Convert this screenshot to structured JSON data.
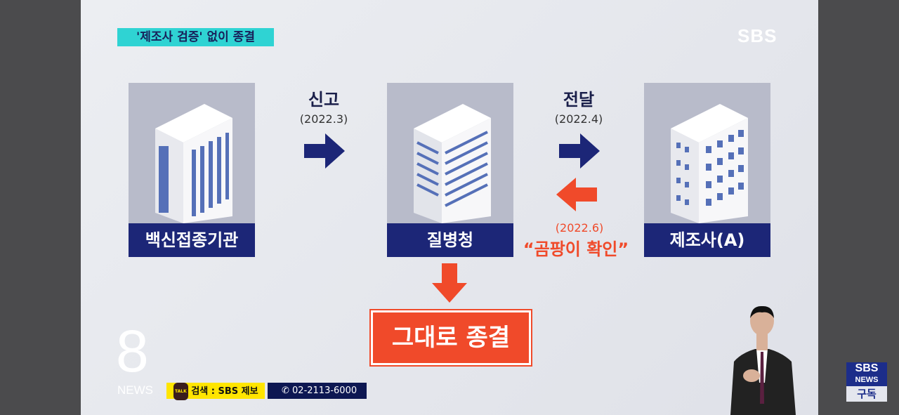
{
  "header": {
    "tag": "'제조사 검증' 없이 종결",
    "logo": "SBS"
  },
  "nodes": [
    {
      "label": "백신접종기관"
    },
    {
      "label": "질병청"
    },
    {
      "label": "제조사(A)"
    }
  ],
  "flows": [
    {
      "label": "신고",
      "date": "(2022.3)",
      "direction": "right",
      "color": "#1c2677"
    },
    {
      "label": "전달",
      "date": "(2022.4)",
      "direction": "right",
      "color": "#1c2677"
    },
    {
      "label": "“곰팡이 확인”",
      "date": "(2022.6)",
      "direction": "left",
      "color": "#f04a2a"
    }
  ],
  "result": {
    "label": "그대로 종결",
    "color": "#f04a2a"
  },
  "footer": {
    "news8_num": "8",
    "news8_text": "NEWS",
    "kakao": "검색 : SBS 제보",
    "talk": "TALK",
    "phone": "02-2113-6000"
  },
  "subscribe": {
    "line1": "SBS",
    "line2": "NEWS",
    "line3": "구독"
  }
}
